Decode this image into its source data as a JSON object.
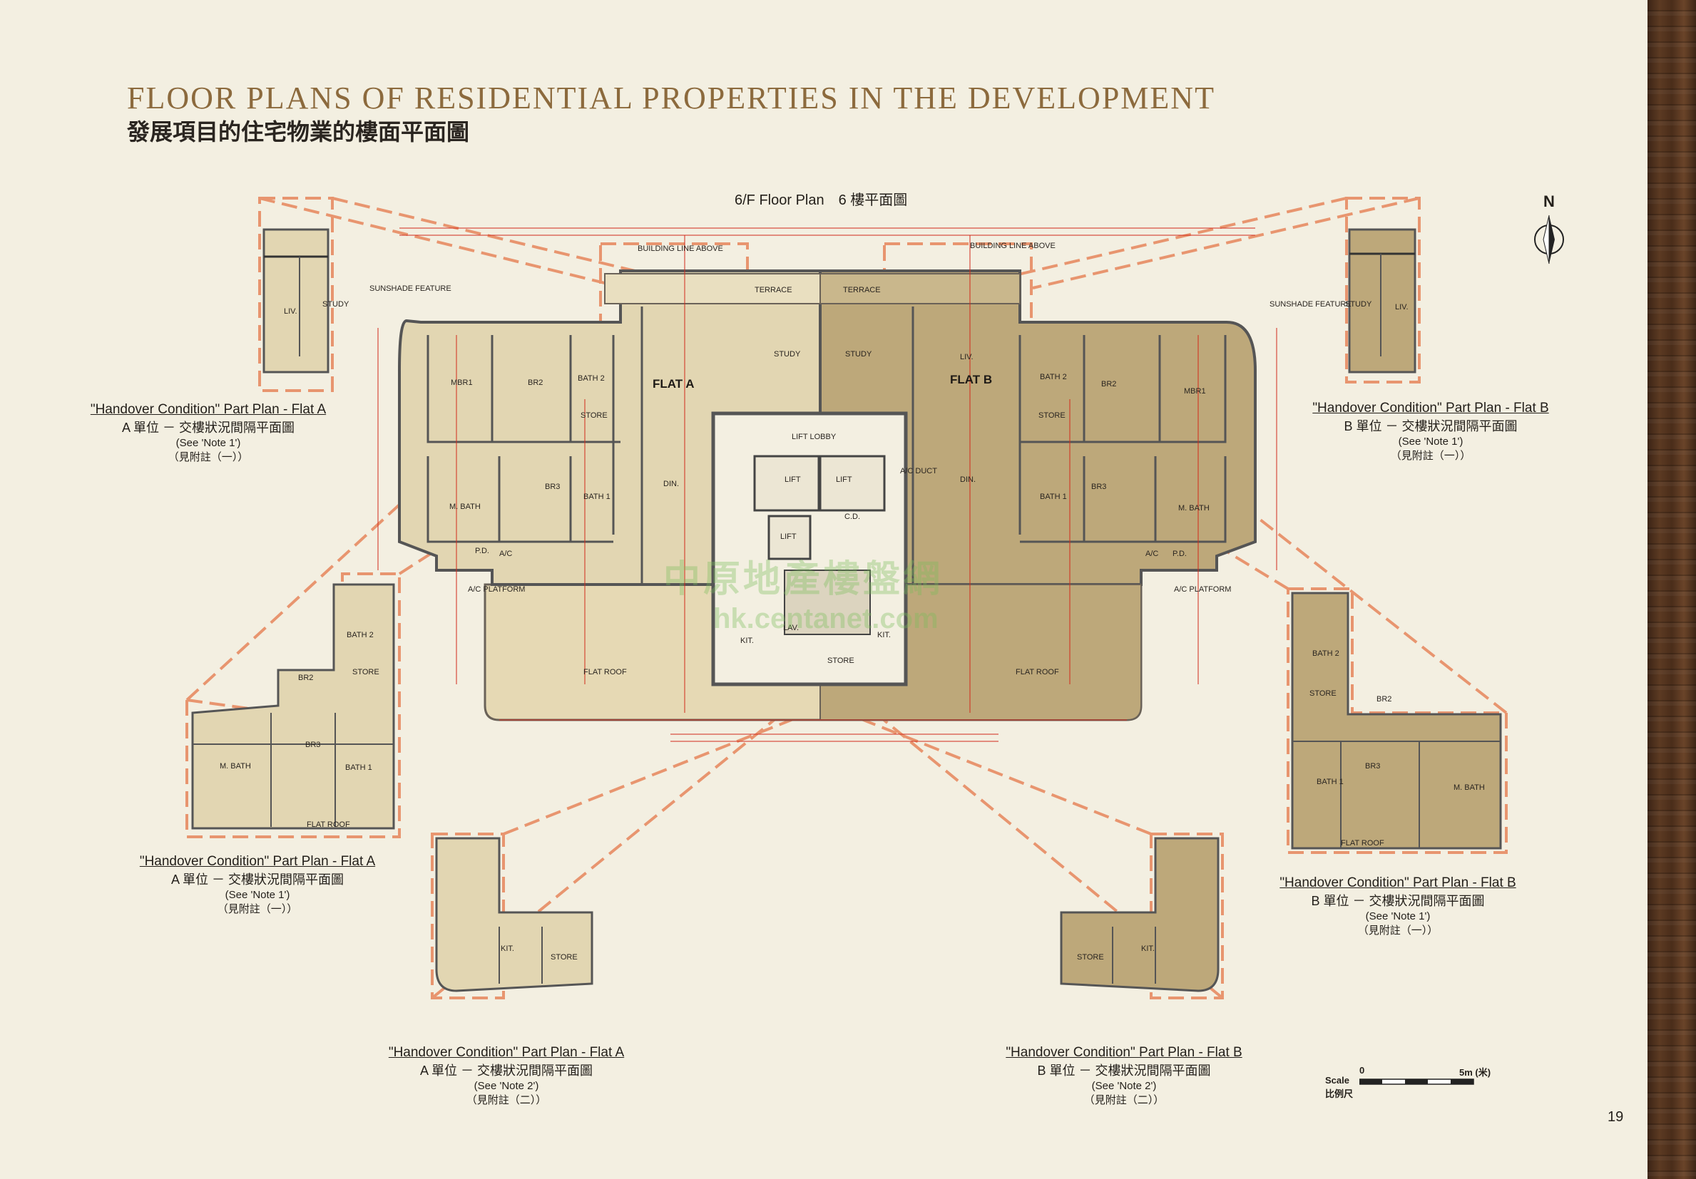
{
  "title_en": "FLOOR PLANS OF RESIDENTIAL PROPERTIES IN THE DEVELOPMENT",
  "title_zh": "發展項目的住宅物業的樓面平面圖",
  "plan_title": "6/F Floor Plan　6 樓平面圖",
  "north_label": "N",
  "rooms": {
    "flat_a": "FLAT A",
    "flat_b": "FLAT B",
    "terrace": "TERRACE",
    "study": "STUDY",
    "liv": "LIV.",
    "mbr1": "MBR1",
    "br2": "BR2",
    "br3": "BR3",
    "bath1": "BATH 1",
    "bath2": "BATH 2",
    "mbath": "M. BATH",
    "store": "STORE",
    "din": "DIN.",
    "kit": "KIT.",
    "lift": "LIFT",
    "lift_lobby": "LIFT LOBBY",
    "flat_roof": "FLAT ROOF",
    "ac_platform": "A/C PLATFORM",
    "sunshade": "SUNSHADE FEATURE",
    "building_line": "BUILDING LINE ABOVE",
    "pd": "P.D.",
    "ac": "A/C",
    "lav": "LAV.",
    "cd": "C.D.",
    "duct": "A/C DUCT"
  },
  "captions": [
    {
      "l1": "\"Handover Condition\" Part Plan - Flat A",
      "l2": "A 單位 － 交樓狀況間隔平面圖",
      "l3": "(See 'Note 1')",
      "l4": "（見附註（一））"
    },
    {
      "l1": "\"Handover Condition\" Part Plan - Flat  B",
      "l2": "B 單位 － 交樓狀況間隔平面圖",
      "l3": "(See 'Note 1')",
      "l4": "（見附註（一））"
    },
    {
      "l1": "\"Handover Condition\" Part Plan - Flat A",
      "l2": "A 單位 － 交樓狀況間隔平面圖",
      "l3": "(See 'Note 1')",
      "l4": "（見附註（一））"
    },
    {
      "l1": "\"Handover Condition\" Part Plan - Flat  B",
      "l2": "B 單位 － 交樓狀況間隔平面圖",
      "l3": "(See 'Note 1')",
      "l4": "（見附註（一））"
    },
    {
      "l1": "\"Handover Condition\" Part Plan - Flat A",
      "l2": "A 單位 － 交樓狀況間隔平面圖",
      "l3": "(See 'Note 2')",
      "l4": "（見附註（二））"
    },
    {
      "l1": "\"Handover Condition\" Part Plan - Flat B",
      "l2": "B 單位 － 交樓狀況間隔平面圖",
      "l3": "(See 'Note 2')",
      "l4": "（見附註（二））"
    }
  ],
  "scale": {
    "label_en": "Scale",
    "label_zh": "比例尺",
    "zero": "0",
    "max": "5m (米)"
  },
  "page_number": "19",
  "watermark": "中原地產樓盤網",
  "watermark_url": "hk.centanet.com",
  "colors": {
    "flat_a": "#e2d6b2",
    "flat_b": "#bda87a",
    "highlight": "#e8956f",
    "dimension": "#d22a1a",
    "background": "#f3efe1"
  }
}
